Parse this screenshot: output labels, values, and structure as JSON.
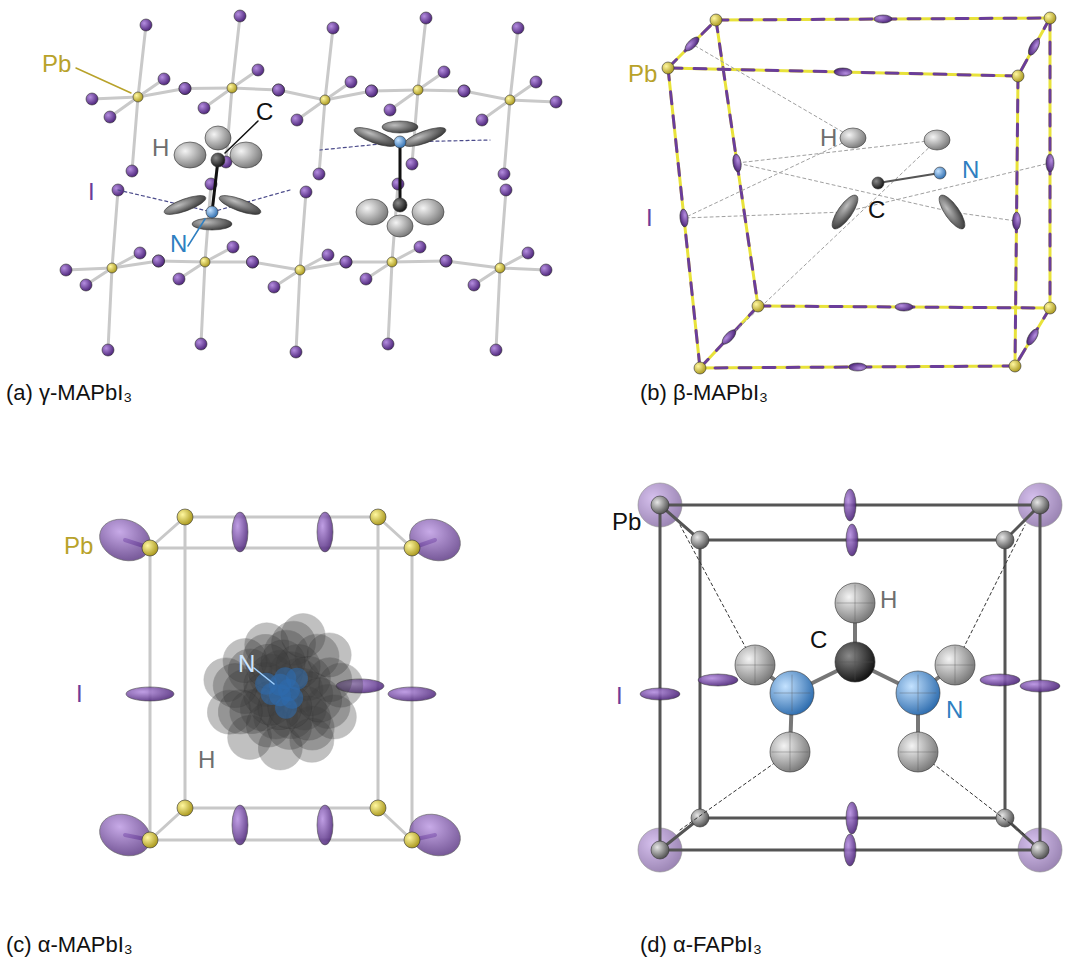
{
  "diagram": {
    "labels": [
      "Pb",
      "C",
      "H",
      "I",
      "N",
      "(a) γ-MAPbI₃",
      "Pb",
      "H",
      "N",
      "I",
      "C",
      "(b) β-MAPbI₃",
      "Pb",
      "N",
      "I",
      "H",
      "(c) α-MAPbI₃",
      "Pb",
      "H",
      "C",
      "I",
      "N",
      "(d) α-FAPbI₃"
    ]
  }
}
